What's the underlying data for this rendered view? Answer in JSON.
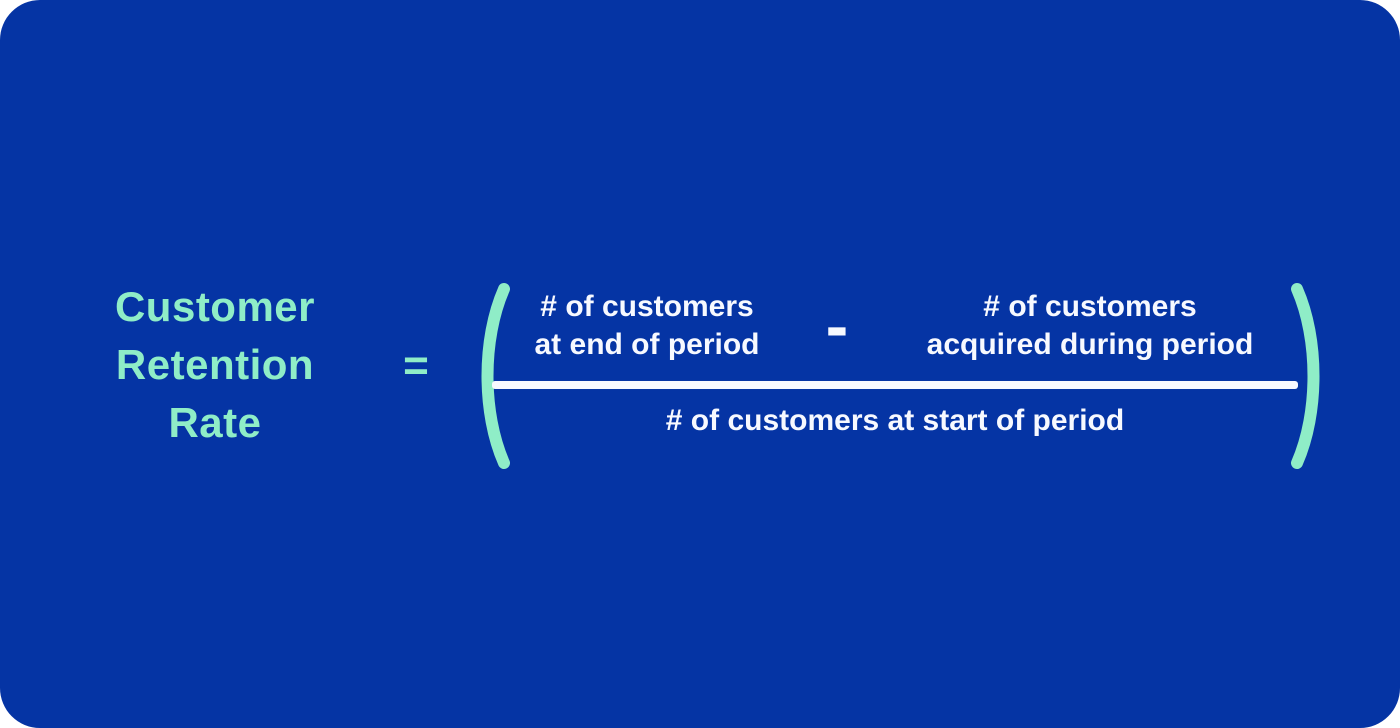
{
  "colors": {
    "card_background": "#0534A4",
    "accent_mint": "#8FEDC7",
    "formula_white": "#F7F9FF",
    "page_background": "#FFFFFF"
  },
  "title": {
    "full": "Customer Retention Rate",
    "lines": [
      "Customer",
      "Retention",
      "Rate"
    ]
  },
  "formula": {
    "equals": "=",
    "minus": "-",
    "numerator_left": {
      "line1": "# of customers",
      "line2": "at end of period"
    },
    "numerator_right": {
      "line1": "# of customers",
      "line2": "acquired during period"
    },
    "denominator": "# of customers at start of period"
  }
}
